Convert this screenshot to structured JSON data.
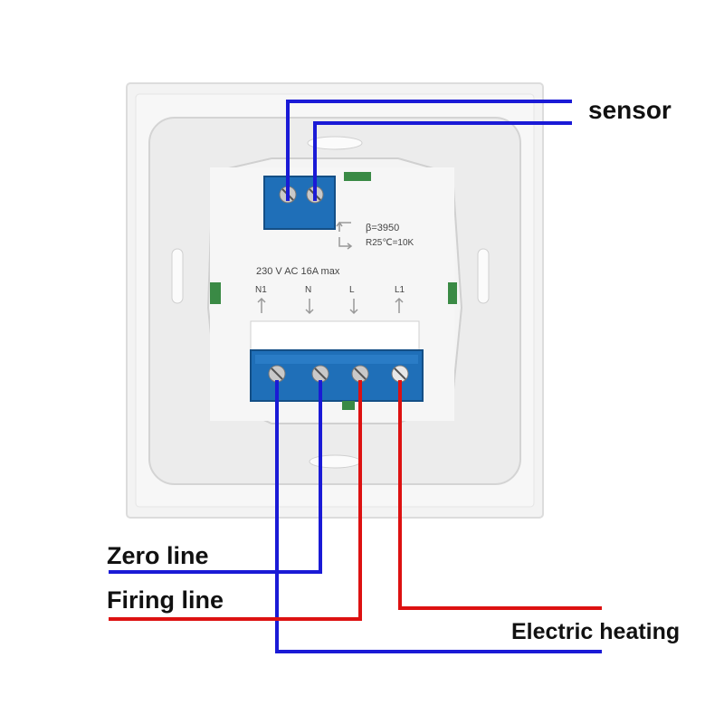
{
  "labels": {
    "sensor": "sensor",
    "zero_line": "Zero line",
    "firing_line": "Firing line",
    "electric_heating": "Electric heating"
  },
  "device": {
    "rating": "230 V AC  16A max",
    "beta": "β=3950",
    "r25": "R25℃=10K",
    "terminals": [
      "N1",
      "N",
      "L",
      "L1"
    ]
  },
  "colors": {
    "neutral_wire": "#1a1ad6",
    "live_wire": "#dd1111",
    "terminal_block": "#1f6fb8"
  }
}
